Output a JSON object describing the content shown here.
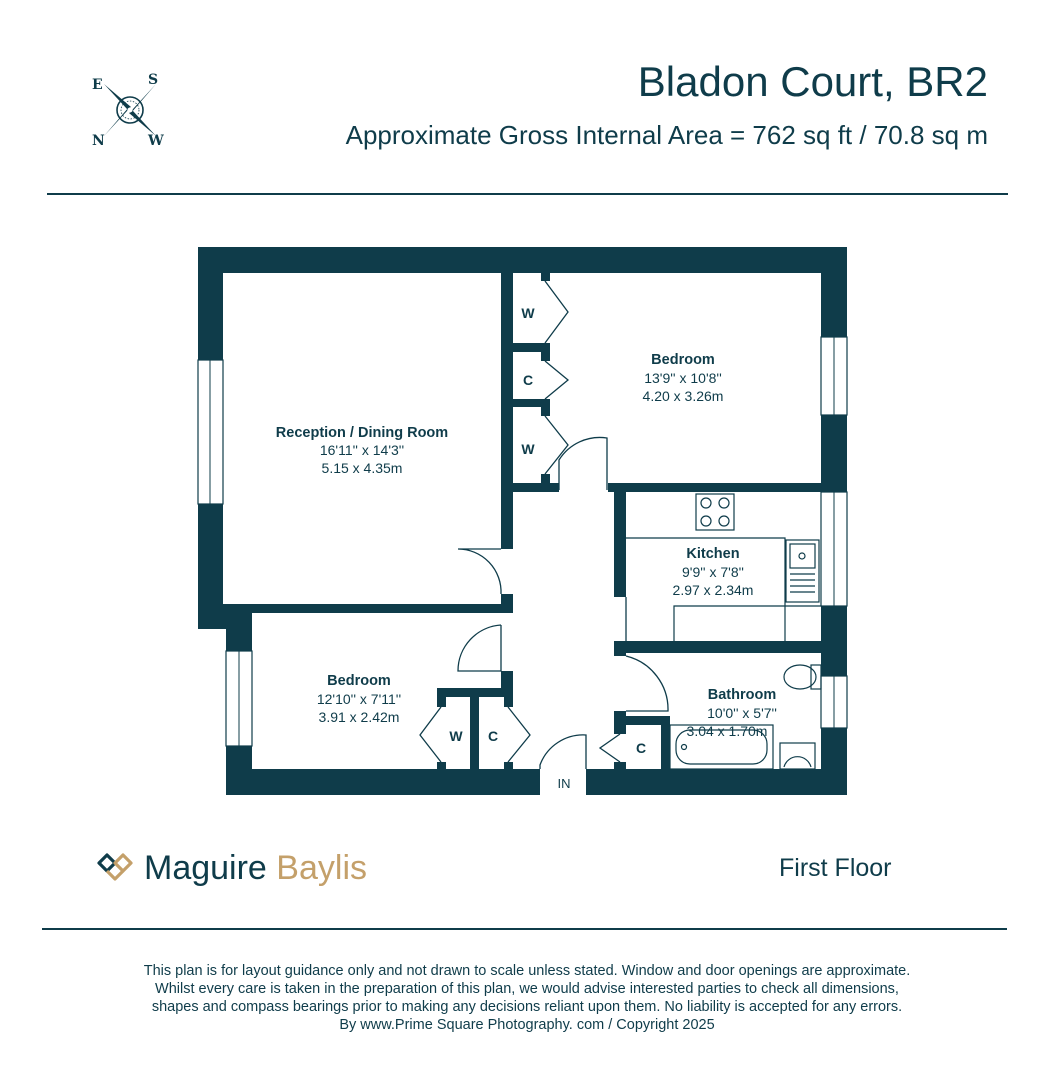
{
  "header": {
    "title": "Bladon Court, BR2",
    "area": "Approximate Gross Internal Area = 762 sq ft / 70.8 sq m"
  },
  "compass": {
    "n": "N",
    "e": "E",
    "s": "S",
    "w": "W"
  },
  "rooms": {
    "reception": {
      "name": "Reception / Dining Room",
      "imperial": "16'11'' x 14'3''",
      "metric": "5.15 x 4.35m"
    },
    "bedroom1": {
      "name": "Bedroom",
      "imperial": "13'9'' x 10'8''",
      "metric": "4.20 x 3.26m"
    },
    "kitchen": {
      "name": "Kitchen",
      "imperial": "9'9'' x 7'8''",
      "metric": "2.97 x 2.34m"
    },
    "bedroom2": {
      "name": "Bedroom",
      "imperial": "12'10'' x 7'11''",
      "metric": "3.91 x 2.42m"
    },
    "bathroom": {
      "name": "Bathroom",
      "imperial": "10'0'' x 5'7''",
      "metric": "3.04 x 1.70m"
    }
  },
  "cupboards": {
    "w": "W",
    "c": "C"
  },
  "entrance": "IN",
  "brand": {
    "part1": "Maguire",
    "part2": "Baylis"
  },
  "floor": "First Floor",
  "disclaimer": [
    "This plan is for layout guidance only and not drawn to scale unless stated. Window and door openings are approximate.",
    "Whilst every care is taken in the preparation of this plan, we would advise interested parties to check all dimensions,",
    "shapes and compass bearings prior to making any decisions reliant upon them. No liability is accepted for any errors.",
    "By www.Prime Square Photography. com / Copyright 2025"
  ],
  "colors": {
    "wall": "#0f3c4a",
    "brand_gold": "#c4a06a",
    "text": "#0f3c4a"
  }
}
